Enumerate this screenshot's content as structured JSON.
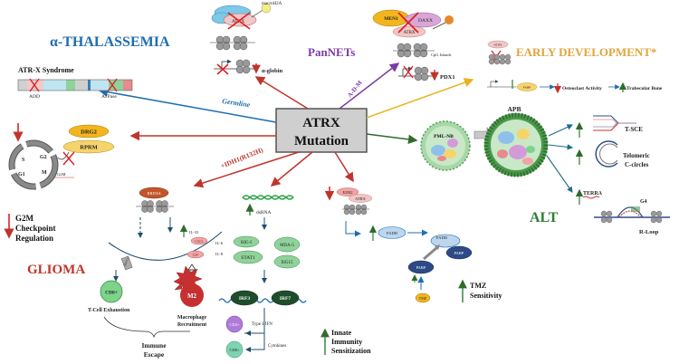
{
  "center": {
    "line1": "ATRX",
    "line2": "Mutation"
  },
  "titles": {
    "thalassemia": "α-THALASSEMIA",
    "pannets": "PanNETs",
    "early_dev": "EARLY DEVELOPMENT*",
    "glioma": "GLIOMA",
    "alt": "ALT",
    "atrx_syndrome": "ATR-X Syndrome"
  },
  "edges": {
    "germline": "Germline",
    "add": "A-D-M",
    "idh1": "+IDH1(R132H)"
  },
  "thal": {
    "macroh2a": "macroH2A",
    "atrx": "ATRX",
    "globin": "α-globin"
  },
  "syndrome": {
    "add": "ADD",
    "atpase": "ATPase"
  },
  "pannet": {
    "men1": "MEN1",
    "daxx": "DAXX",
    "atrx": "ATRX",
    "cpg": "CpG Islands",
    "pdx1": "PDX1"
  },
  "early": {
    "atrx": "ATRX",
    "gene": "FABP",
    "osteoclast": "Osteoclast Activity",
    "trabecular": "Trabecular Bone"
  },
  "cellcycle": {
    "drg2": "DRG2",
    "rprm": "RPRM",
    "s": "S",
    "g2": "G2",
    "g1": "G1",
    "m": "M",
    "g2m": "G2M",
    "checkpoint": [
      "G2M",
      "Checkpoint",
      "Regulation"
    ]
  },
  "glioma": {
    "brd": "BRD3/4",
    "il33": "IL-33",
    "cxcl": "CXCL",
    "il6": "IL-6",
    "csf": "CSF",
    "il8": "IL-8",
    "cd8": "CD8+",
    "pd": "PD-L1",
    "m2": "M2",
    "exhaustion": "T-Cell Exhaustion",
    "recruit": [
      "Macrophage",
      "Recruitment"
    ],
    "escape": [
      "Immune",
      "Escape"
    ]
  },
  "innate": {
    "dsrna": "dsRNA",
    "rig": "RIG-I",
    "mda": "MDA-5",
    "stat": "STAT1",
    "isg": "ISG15",
    "irf3": "IRF3",
    "irf7": "IRF7",
    "cd4": "CD4+",
    "cd8": "CD8+",
    "ifn": "Type 1 IFN",
    "cytokines": "Cytokines",
    "label": [
      "Innate",
      "Immunity",
      "Sensitization"
    ]
  },
  "tmz": {
    "ezh2": "EZH2",
    "atrx": "ATRX",
    "fadd": "FADD",
    "fadd2": "FADD",
    "parp": "PARP",
    "parp2": "PARP",
    "tmz": "TMZ",
    "label": [
      "TMZ",
      "Sensitivity"
    ]
  },
  "alt": {
    "pml": "PML-NB",
    "apb": "APB",
    "tsce": "T-SCE",
    "circles": [
      "Telomeric",
      "C-circles"
    ],
    "terra": "TERRA",
    "g4": "G4",
    "rloop": "R-Loop"
  },
  "colors": {
    "blue": "#1f6db0",
    "red": "#c0342b",
    "green": "#2e7d32",
    "purple": "#7b3aa6",
    "gold": "#e0a43a",
    "teal": "#1d6e8a"
  }
}
